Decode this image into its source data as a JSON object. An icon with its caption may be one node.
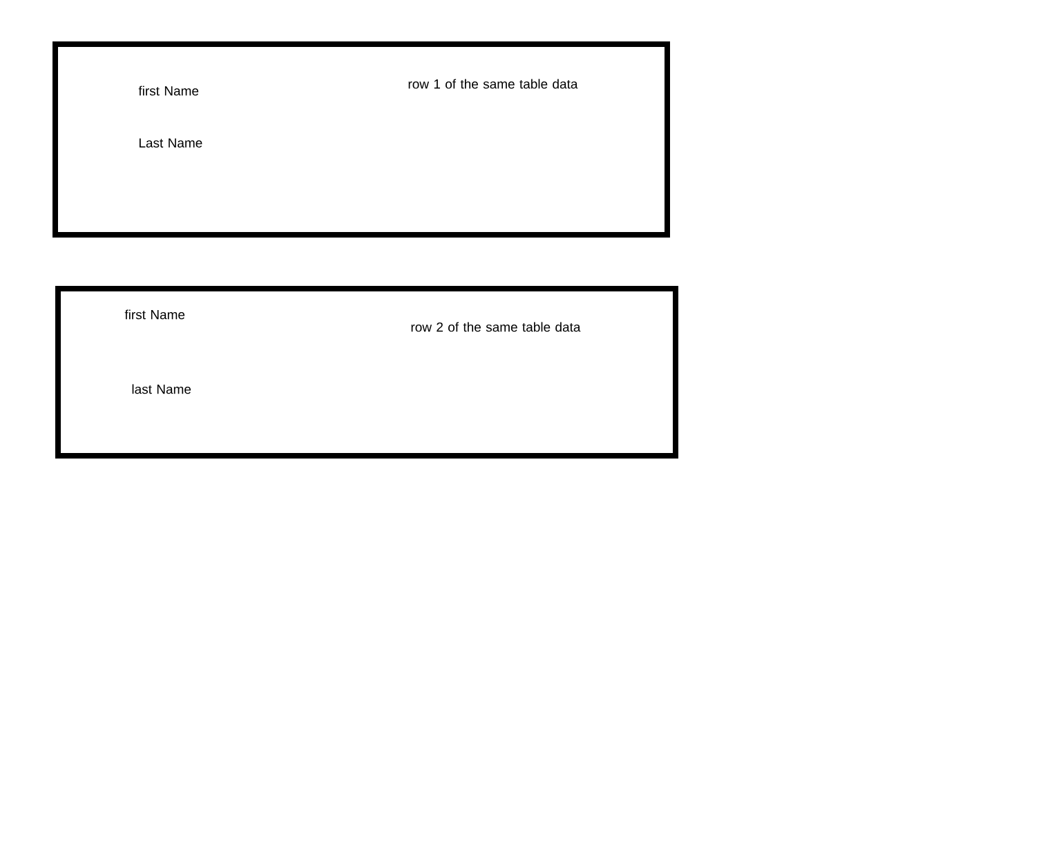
{
  "diagram": {
    "nodes": [
      {
        "text": [
          "first Name",
          "Last Name",
          "row 1 of the same table data"
        ]
      },
      {
        "text": [
          "first Name",
          "last Name",
          "row 2 of the same table data"
        ]
      }
    ]
  }
}
